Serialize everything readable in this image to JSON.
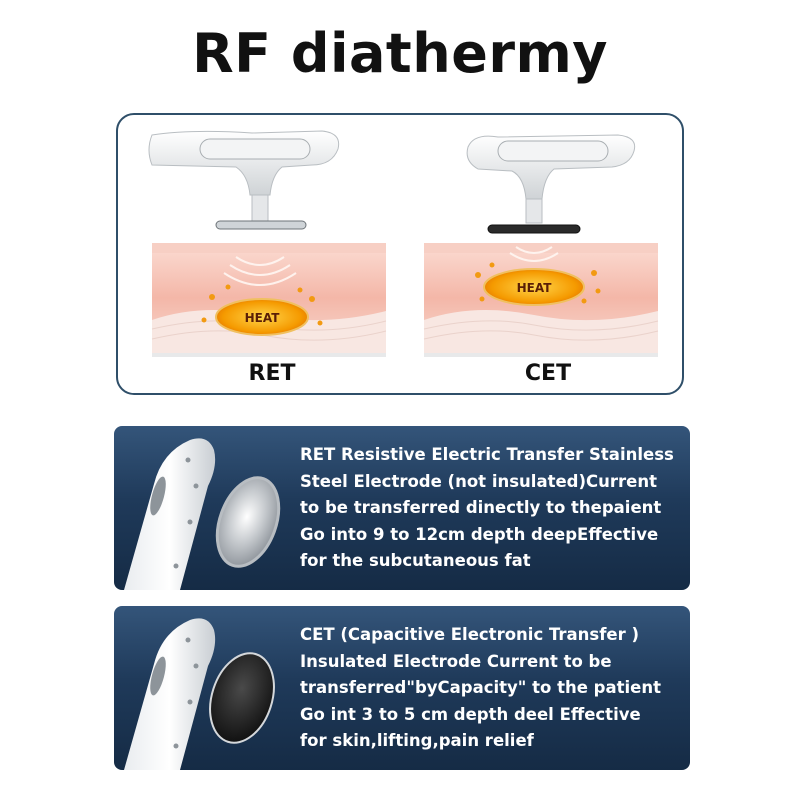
{
  "title": "RF diathermy",
  "panels": [
    {
      "label": "RET",
      "heat": "HEAT",
      "electrode": "stainless-steel"
    },
    {
      "label": "CET",
      "heat": "HEAT",
      "electrode": "insulated-black"
    }
  ],
  "cards": [
    {
      "text": "RET Resistive Electric Transfer Stainless\nSteel Electrode (not insulated)Current\nto be transferred dinectly to thepaient\nGo into 9 to 12cm depth deepEffective\nfor the subcutaneous fat"
    },
    {
      "text": "CET (Capacitive Electronic Transfer )\nInsulated Electrode Current to be\ntransferred\"byCapacity\" to the patient\nGo int 3 to 5 cm depth deel Effective\nfor skin,lifting,pain relief"
    }
  ],
  "colors": {
    "frame": "#2f4f69",
    "card": "#1f3a5a",
    "heat": "#f2a20a",
    "skin": "#f6c3b7"
  }
}
